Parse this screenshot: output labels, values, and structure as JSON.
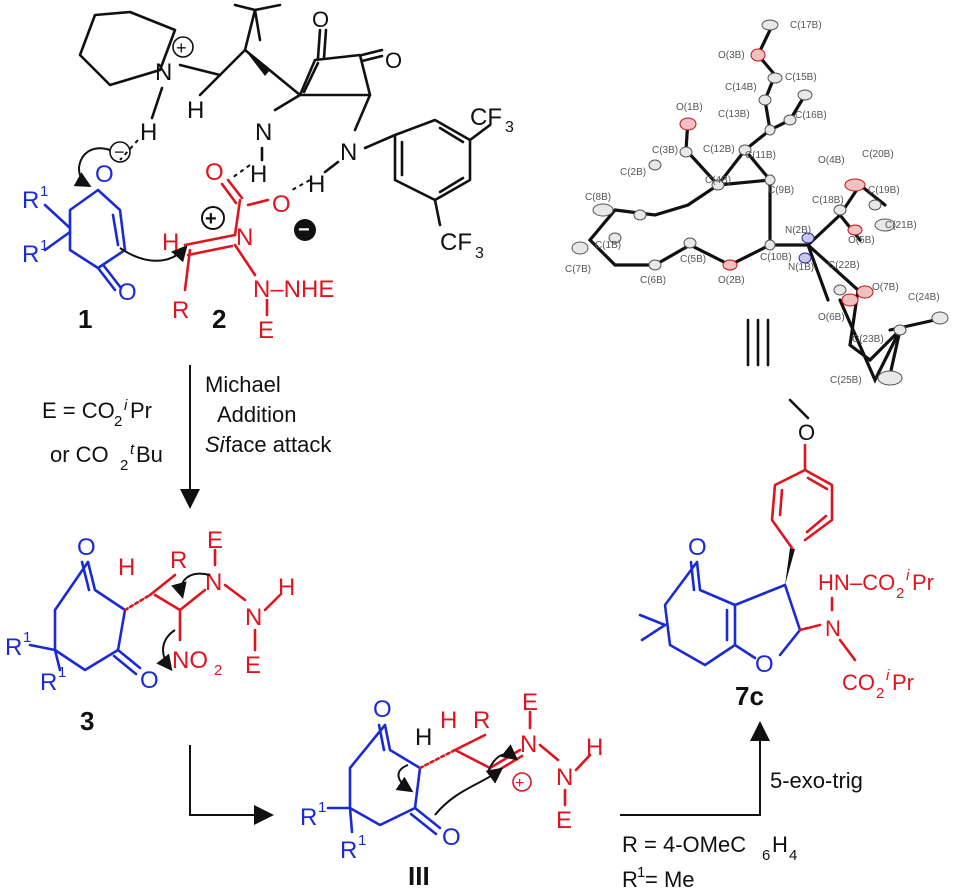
{
  "top_left": {
    "compound_1_label": "1",
    "compound_2_label": "2",
    "R1_a": "R",
    "R1_b": "R",
    "sup1": "1",
    "R": "R",
    "H": "H",
    "NHE": "N–NHE",
    "E": "E",
    "oxide_O": "O",
    "nitro_O1": "O",
    "nitro_O2": "O",
    "nitro_N": "N",
    "plus": "+",
    "minus": "−",
    "CF3_top": "CF",
    "CF3_bot": "CF",
    "three": "3",
    "N_plus": "N",
    "H_amine": "H",
    "H_left": "H",
    "H_mid": "H",
    "H_right": "H",
    "N_left": "N",
    "N_right": "N",
    "O_sq1": "O",
    "O_sq2": "O"
  },
  "step1": {
    "line1": "Michael",
    "line2": "Addition",
    "line3_italic": "Si",
    "line3_rest": " face attack",
    "E_def": "E = CO",
    "E_sub": "2",
    "E_sup": "i",
    "E_end": "Pr",
    "or_def": "or CO",
    "or_sub": "2",
    "or_sup": "t",
    "or_end": "Bu"
  },
  "compound_3": {
    "label": "3",
    "O_top": "O",
    "O_bot": "O",
    "R1": "R",
    "sup1": "1",
    "H": "H",
    "R": "R",
    "E1": "E",
    "N1": "N",
    "N2": "N",
    "H2": "H",
    "E2": "E",
    "NO2": "NO",
    "NO2_sub": "2"
  },
  "compound_III": {
    "label": "III",
    "O_top": "O",
    "O_bot": "O",
    "H": "H",
    "H2": "H",
    "R": "R",
    "E1": "E",
    "N1": "N",
    "N2": "N",
    "E2": "E",
    "R1": "R",
    "sup1": "1",
    "plus": "+"
  },
  "conditions": {
    "R_def": "R = 4-OMeC",
    "R_sub6": "6",
    "R_H": "H",
    "R_sub4": "4",
    "R1_def": "R",
    "R1_sup": "1",
    "R1_end": " = Me",
    "step_label": "5-exo-trig"
  },
  "compound_7c": {
    "label": "7c",
    "O_ketone": "O",
    "O_ring": "O",
    "HN": "HN",
    "N": "N",
    "CO2": "–CO",
    "sub": "2",
    "sup": "i",
    "Pr": "Pr",
    "CO2b": "CO",
    "O_methoxy": "O"
  },
  "crystal": {
    "equiv": "|||",
    "atoms": [
      "C(17B)",
      "O(3B)",
      "C(14B)",
      "C(15B)",
      "O(1B)",
      "C(13B)",
      "C(16B)",
      "C(3B)",
      "C(12B)",
      "C(11B)",
      "C(2B)",
      "C(4B)",
      "C(9B)",
      "O(4B)",
      "C(20B)",
      "C(8B)",
      "C(18B)",
      "C(19B)",
      "N(2B)",
      "O(5B)",
      "C(21B)",
      "C(1B)",
      "C(10B)",
      "N(1B)",
      "C(7B)",
      "C(5B)",
      "C(6B)",
      "O(2B)",
      "C(22B)",
      "O(7B)",
      "C(24B)",
      "O(6B)",
      "C(23B)",
      "C(25B)"
    ]
  }
}
